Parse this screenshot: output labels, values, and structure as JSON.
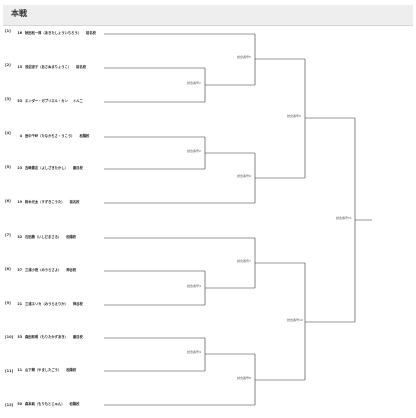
{
  "header": {
    "title": "本戦"
  },
  "entries": [
    {
      "seed": "[1]",
      "num": "16",
      "name": "秋田松一郎（あきたしょういちろう）",
      "school": "桜名校"
    },
    {
      "seed": "[2]",
      "num": "15",
      "name": "浅沼涼子（あさぬまりょうこ）",
      "school": "桜名校"
    },
    {
      "seed": "[3]",
      "num": "53",
      "name": "エンダー・ガブリエル・カン",
      "school": "トル二"
    },
    {
      "seed": "[4]",
      "num": "4",
      "name": "田中千紗（たなかちさ・うこう）",
      "school": "松陽校"
    },
    {
      "seed": "[5]",
      "num": "23",
      "name": "吉崎貴志（よしざきたかし）",
      "school": "番目校"
    },
    {
      "seed": "[6]",
      "num": "19",
      "name": "鈴木光太（すずきこうた）",
      "school": "桜名校"
    },
    {
      "seed": "[7]",
      "num": "32",
      "name": "石田勝（いしだまさる）",
      "school": "松陽校"
    },
    {
      "seed": "[8]",
      "num": "37",
      "name": "三浦小夜（みうらさよ）",
      "school": "神谷校"
    },
    {
      "seed": "[9]",
      "num": "21",
      "name": "三浦エリカ（みうらえりか）",
      "school": "神谷校"
    },
    {
      "seed": "[10]",
      "num": "33",
      "name": "森田和明（もりたかずあき）",
      "school": "番目校"
    },
    {
      "seed": "[11]",
      "num": "11",
      "name": "山下剛（やましたごう）",
      "school": "松陽校"
    },
    {
      "seed": "[12]",
      "num": "50",
      "name": "森本純（もりもとじゅん）",
      "school": "松陽校"
    }
  ],
  "matches": [
    "試合番号1",
    "試合番号2",
    "試合番号3",
    "試合番号4",
    "試合番号5",
    "試合番号6",
    "試合番号7",
    "試合番号8",
    "試合番号9",
    "試合番号10",
    "試合番号11"
  ]
}
